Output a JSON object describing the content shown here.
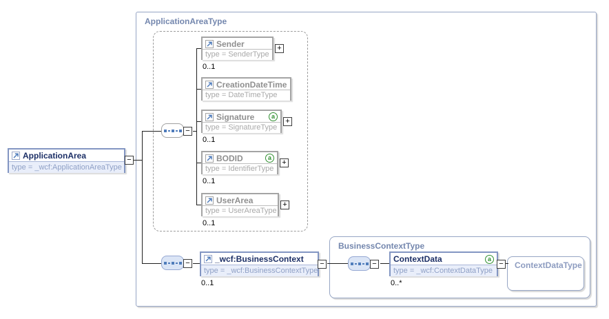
{
  "icons": {
    "plus": "+",
    "minus": "−",
    "attr": "a"
  },
  "root_element": {
    "name": "ApplicationArea",
    "type": "type = _wcf:ApplicationAreaType"
  },
  "application_area_type": {
    "title": "ApplicationAreaType",
    "sequence": {
      "elements": [
        {
          "name": "Sender",
          "type": "type = SenderType",
          "cardinality": "0..1"
        },
        {
          "name": "CreationDateTime",
          "type": "type = DateTimeType"
        },
        {
          "name": "Signature",
          "type": "type = SignatureType",
          "cardinality": "0..1",
          "has_attributes": true
        },
        {
          "name": "BODID",
          "type": "type = IdentifierType",
          "cardinality": "0..1",
          "has_attributes": true
        },
        {
          "name": "UserArea",
          "type": "type = UserAreaType",
          "cardinality": "0..1"
        }
      ]
    },
    "business_context": {
      "name": "_wcf:BusinessContext",
      "type": "type = _wcf:BusinessContextType",
      "cardinality": "0..1"
    }
  },
  "business_context_type": {
    "title": "BusinessContextType",
    "context_data": {
      "name": "ContextData",
      "type": "type = _wcf:ContextDataType",
      "cardinality": "0..*",
      "has_attributes": true
    },
    "context_data_type": {
      "title": "ContextDataType"
    }
  },
  "colors": {
    "blue_border": "#8295c2",
    "gray_border": "#a4a4a4",
    "navy_title": "#1c2f66",
    "blue_type_text": "#8fa0c6",
    "container_title": "#7487ae",
    "attribute_green": "#2f8f2f",
    "icon_blue": "#4f7cbb"
  }
}
